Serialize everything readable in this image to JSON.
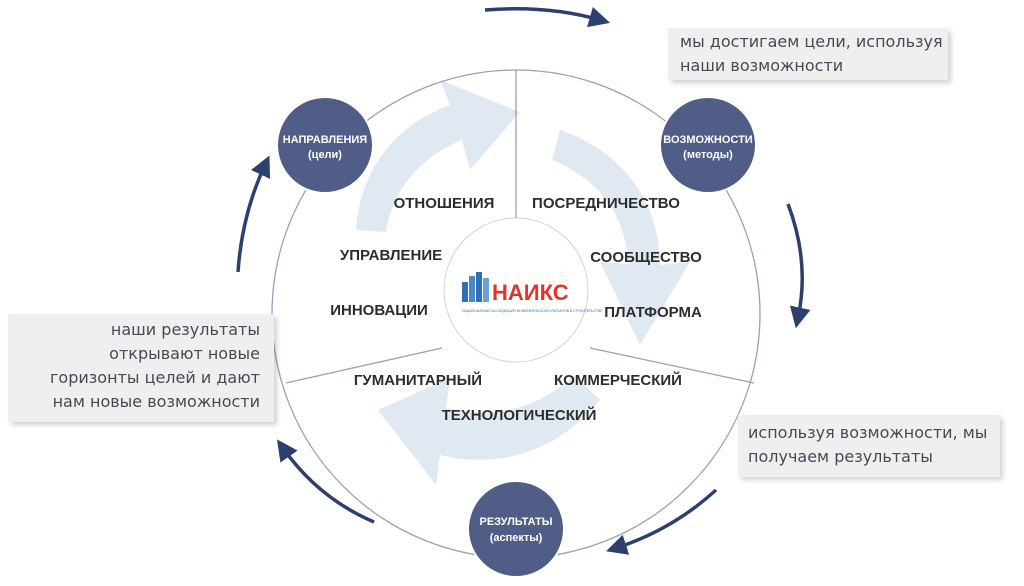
{
  "notes": {
    "top_right": [
      "мы достигаем цели, используя",
      "наши возможности"
    ],
    "left": [
      "наши результаты",
      "открывают новые",
      "горизонты целей и дают",
      "нам новые возможности"
    ],
    "bottom_right": [
      "используя возможности, мы",
      "получаем результаты"
    ]
  },
  "nodes": {
    "directions": {
      "title": "НАПРАВЛЕНИЯ",
      "subtitle": "(цели)"
    },
    "capabilities": {
      "title": "ВОЗМОЖНОСТИ",
      "subtitle": "(методы)"
    },
    "results": {
      "title": "РЕЗУЛЬТАТЫ",
      "subtitle": "(аспекты)"
    }
  },
  "sector_labels": {
    "relations": "ОТНОШЕНИЯ",
    "management": "УПРАВЛЕНИЕ",
    "innovations": "ИННОВАЦИИ",
    "mediation": "ПОСРЕДНИЧЕСТВО",
    "community": "СООБЩЕСТВО",
    "platform": "ПЛАТФОРМА",
    "humanitarian": "ГУМАНИТАРНЫЙ",
    "commercial": "КОММЕРЧЕСКИЙ",
    "technological": "ТЕХНОЛОГИЧЕСКИЙ"
  },
  "logo": {
    "text": "НАИКС",
    "tagline": "НАЦИОНАЛЬНАЯ АССОЦИАЦИЯ ИНЖЕНЕРОВ-КОНСУЛЬТАНТОВ В СТРОИТЕЛЬСТВЕ"
  },
  "colors": {
    "node_fill": "#505d86",
    "arrow": "#2d3f6e",
    "circle_line": "#9aa0b4",
    "swirl": "#dde7f1",
    "logo_red": "#e6332a",
    "logo_blue": "#2f6fb6",
    "text_dark": "#2d2d2d"
  }
}
